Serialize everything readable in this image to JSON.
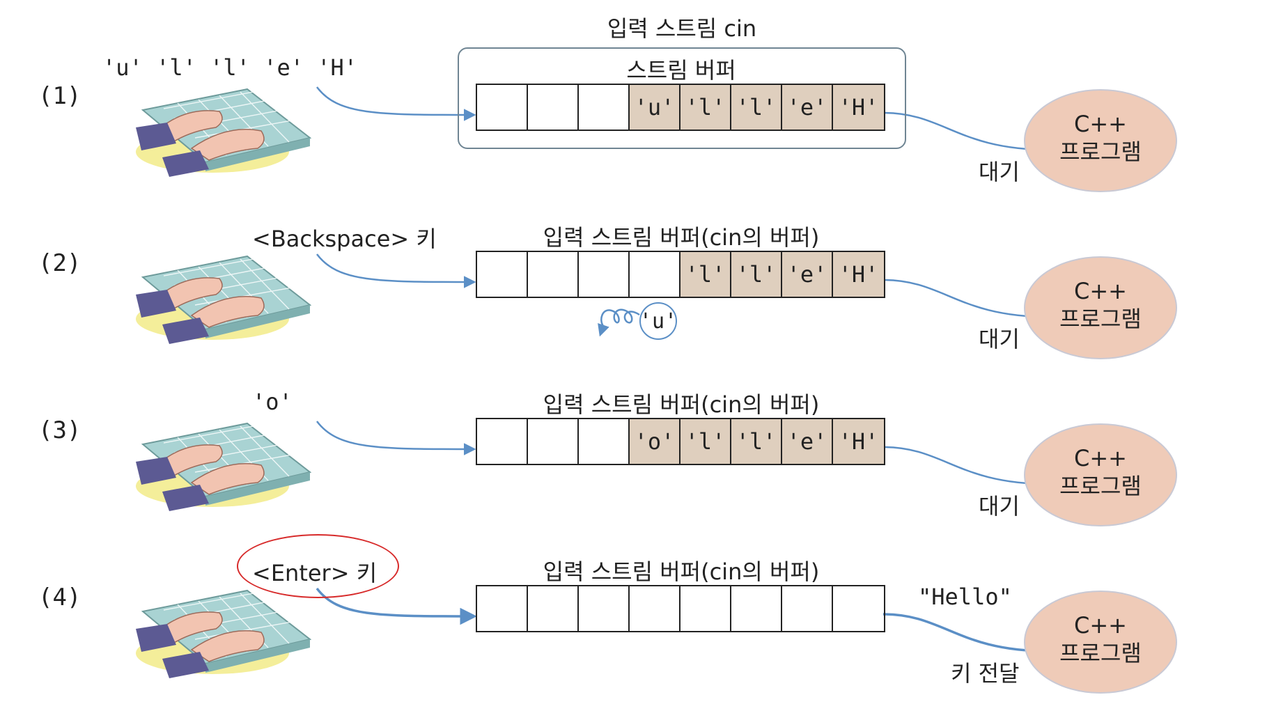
{
  "stream_label": "입력 스트림 cin",
  "steps": [
    {
      "number": "(1)",
      "key": "'u' 'l' 'l' 'e' 'H'",
      "buffer_title": "스트림 버퍼",
      "cells": [
        "",
        "",
        "",
        "'u'",
        "'l'",
        "'l'",
        "'e'",
        "'H'"
      ],
      "program": [
        "C++",
        "프로그램"
      ],
      "status": "대기"
    },
    {
      "number": "(2)",
      "key": "<Backspace> 키",
      "buffer_title": "입력 스트림 버퍼(cin의 버퍼)",
      "cells": [
        "",
        "",
        "",
        "",
        "'l'",
        "'l'",
        "'e'",
        "'H'"
      ],
      "removed": "'u'",
      "program": [
        "C++",
        "프로그램"
      ],
      "status": "대기"
    },
    {
      "number": "(3)",
      "key": "'o'",
      "buffer_title": "입력 스트림 버퍼(cin의 버퍼)",
      "cells": [
        "",
        "",
        "",
        "'o'",
        "'l'",
        "'l'",
        "'e'",
        "'H'"
      ],
      "program": [
        "C++",
        "프로그램"
      ],
      "status": "대기"
    },
    {
      "number": "(4)",
      "key": "<Enter> 키",
      "buffer_title": "입력 스트림 버퍼(cin의 버퍼)",
      "cells": [
        "",
        "",
        "",
        "",
        "",
        "",
        "",
        ""
      ],
      "output": "\"Hello\"",
      "program": [
        "C++",
        "프로그램"
      ],
      "status": "키 전달"
    }
  ],
  "colors": {
    "filled_cell": "#dfcfbe",
    "program": "#efcbb8",
    "arrow": "#5b8fc6",
    "highlight": "#d72a2a",
    "stream_frame": "#6f8593"
  },
  "icons": [
    "keyboard-hands-icon"
  ]
}
